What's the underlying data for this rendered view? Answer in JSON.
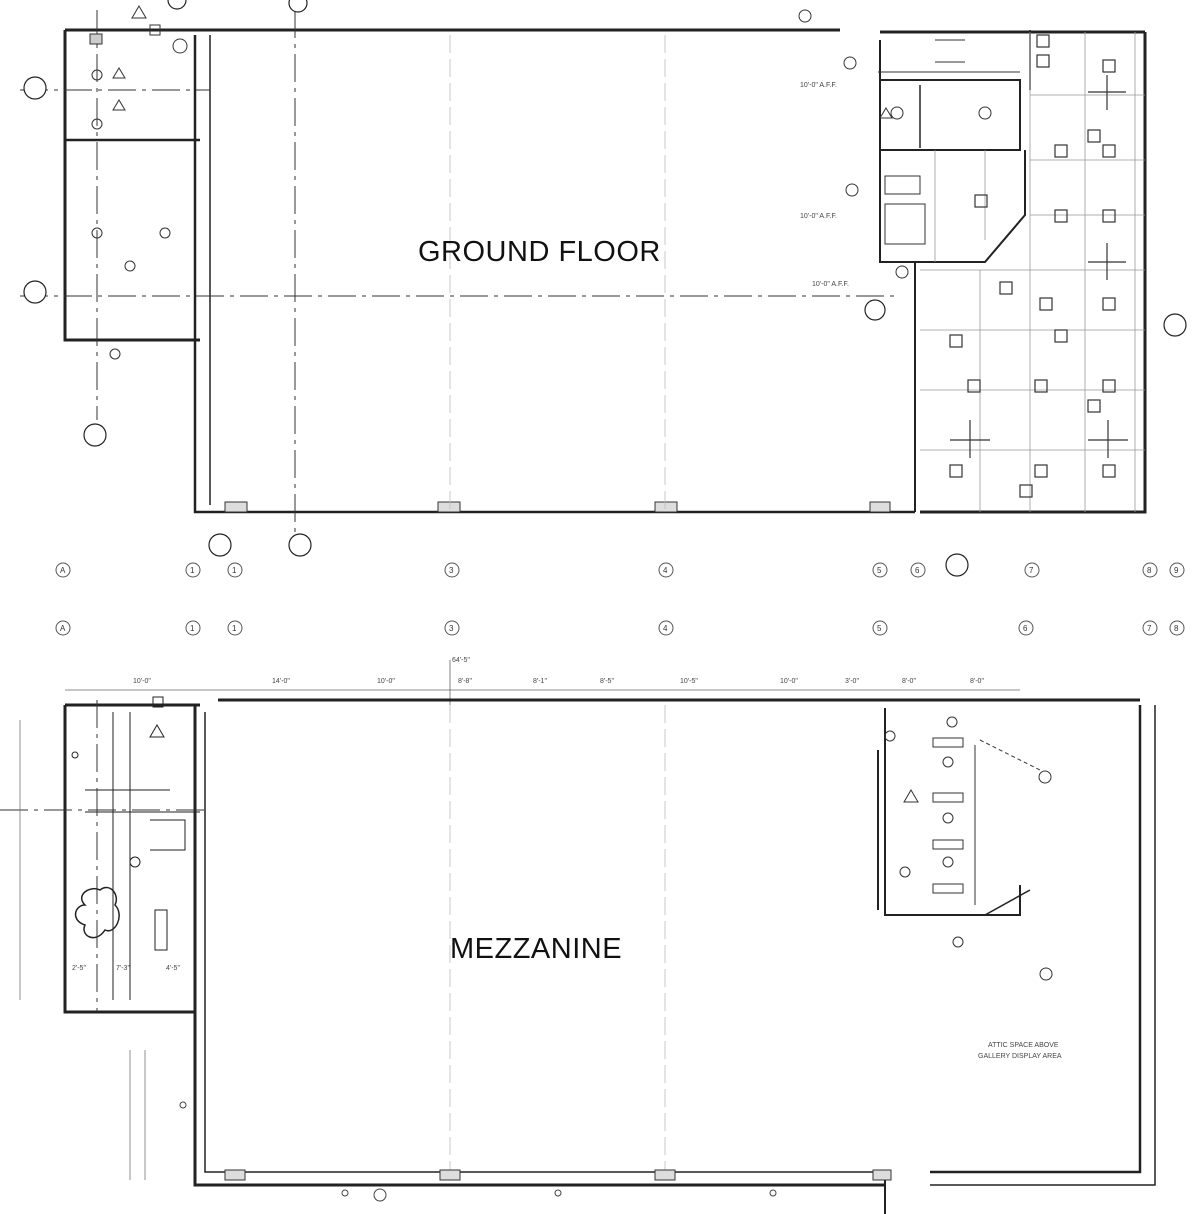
{
  "ground_floor": {
    "title": "GROUND FLOOR",
    "height_notes": [
      "10'-0\" A.F.F.",
      "10'-0\" A.F.F.",
      "10'-0\" A.F.F."
    ]
  },
  "mezzanine": {
    "title": "MEZZANINE",
    "dimensions_top": [
      "10'-0\"",
      "14'-0\"",
      "10'-0\"",
      "8'-8\"",
      "8'-1\"",
      "8'-5\"",
      "10'-5\"",
      "10'-0\"",
      "3'-0\"",
      "8'-0\"",
      "8'-0\""
    ],
    "overall_dim": "64'-5\"",
    "dimensions_left_bottom": [
      "2'-5\"",
      "7'-3\"",
      "4'-5\""
    ],
    "note": [
      "ATTIC SPACE ABOVE",
      "GALLERY DISPLAY AREA"
    ]
  },
  "grid_row_top": [
    "A",
    "1",
    "1",
    "3",
    "4",
    "5",
    "6",
    "7",
    "8",
    "9"
  ],
  "grid_row_bottom": [
    "A",
    "1",
    "1",
    "3",
    "4",
    "5",
    "6",
    "7",
    "8"
  ]
}
